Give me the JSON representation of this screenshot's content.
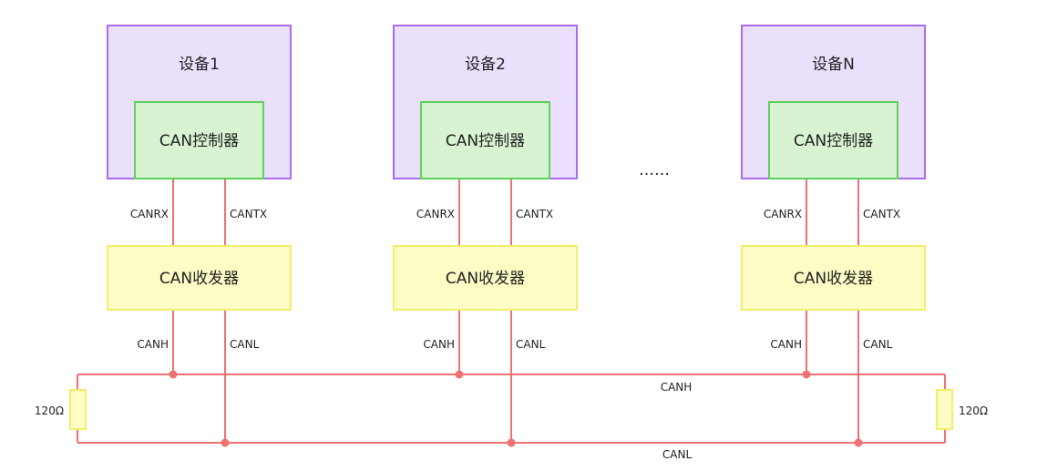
{
  "colors": {
    "device_fill": "#ebe0fb",
    "device_border": "#a96bf0",
    "controller_fill": "#d8f3d2",
    "controller_border": "#5cd15a",
    "transceiver_fill": "#fdfcc4",
    "transceiver_border": "#f3ee6b",
    "wire": "#f07171",
    "resistor_fill": "#fdfcc4",
    "resistor_border": "#f3ee6b"
  },
  "devices": [
    {
      "title": "设备1",
      "controller": "CAN控制器",
      "transceiver": "CAN收发器",
      "rx": "CANRX",
      "tx": "CANTX",
      "h": "CANH",
      "l": "CANL"
    },
    {
      "title": "设备2",
      "controller": "CAN控制器",
      "transceiver": "CAN收发器",
      "rx": "CANRX",
      "tx": "CANTX",
      "h": "CANH",
      "l": "CANL"
    },
    {
      "title": "设备N",
      "controller": "CAN控制器",
      "transceiver": "CAN收发器",
      "rx": "CANRX",
      "tx": "CANTX",
      "h": "CANH",
      "l": "CANL"
    }
  ],
  "ellipsis": "……",
  "bus": {
    "high_label": "CANH",
    "low_label": "CANL"
  },
  "resistors": {
    "left_label": "120Ω",
    "right_label": "120Ω"
  }
}
